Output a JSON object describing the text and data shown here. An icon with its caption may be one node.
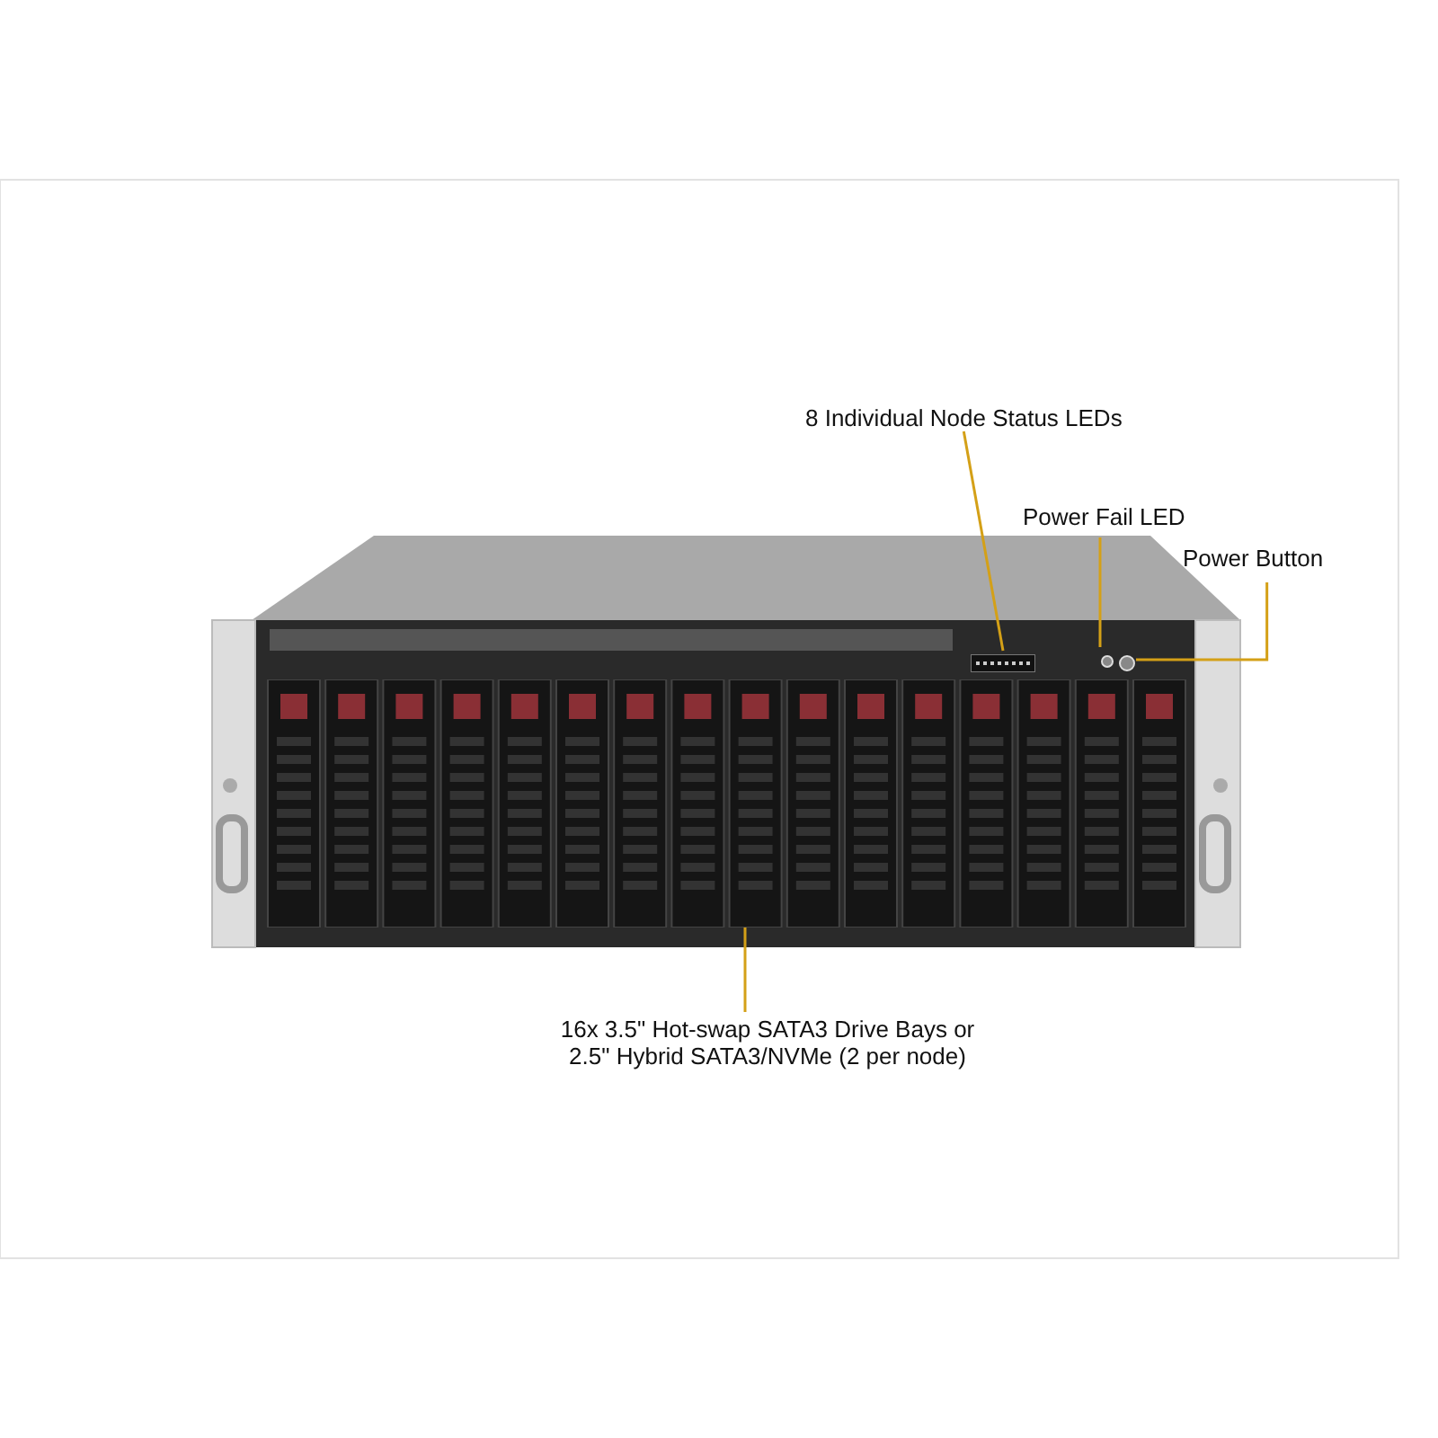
{
  "diagram": {
    "nodes": [
      {
        "text": [
          "8 Individual  Node Status  LEDs"
        ]
      },
      {
        "text": [
          "Power Fail LED"
        ]
      },
      {
        "text": [
          "Power Button"
        ]
      },
      {
        "text": [
          "16x 3.5\" Hot-swap  SATA3 Drive Bays or  2.5\" Hybrid  SATA3/NVMe (2 per node)"
        ]
      },
      {
        "text": [],
        "shape": "bar"
      },
      {
        "text": [],
        "shape": "circle"
      },
      {
        "text": [],
        "shape": "circle"
      },
      {
        "text": [],
        "shape": "picture"
      }
    ],
    "edges": [
      {
        "from": 0,
        "to": 4,
        "arrow": "none"
      },
      {
        "from": 1,
        "to": 5,
        "arrow": "none"
      },
      {
        "from": 2,
        "to": 6,
        "arrow": "none"
      },
      {
        "from": 3,
        "to": 7,
        "arrow": "none"
      }
    ]
  }
}
